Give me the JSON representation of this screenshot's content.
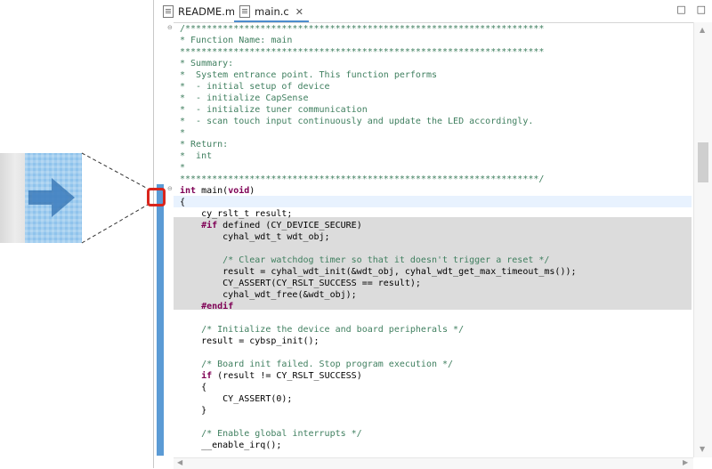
{
  "tabs": [
    {
      "label": "README.md",
      "active": false
    },
    {
      "label": "main.c",
      "active": true
    }
  ],
  "tab_close_glyph": "✕",
  "window_buttons": [
    "□",
    "□"
  ],
  "colors": {
    "comment": "#3f7f5f",
    "keyword": "#7f0055",
    "inactive_code_background": "#dcdcdc",
    "change_bar": "#5b9bd5",
    "highlight_box": "#d9251c"
  },
  "code_lines": [
    "/*******************************************************************",
    "* Function Name: main",
    "********************************************************************",
    "* Summary:",
    "*  System entrance point. This function performs",
    "*  - initial setup of device",
    "*  - initialize CapSense",
    "*  - initialize tuner communication",
    "*  - scan touch input continuously and update the LED accordingly.",
    "*",
    "* Return:",
    "*  int",
    "*",
    "*******************************************************************/",
    "int main(void)",
    "{",
    "    cy_rslt_t result;",
    "    #if defined (CY_DEVICE_SECURE)",
    "        cyhal_wdt_t wdt_obj;",
    "",
    "        /* Clear watchdog timer so that it doesn't trigger a reset */",
    "        result = cyhal_wdt_init(&wdt_obj, cyhal_wdt_get_max_timeout_ms());",
    "        CY_ASSERT(CY_RSLT_SUCCESS == result);",
    "        cyhal_wdt_free(&wdt_obj);",
    "    #endif",
    "",
    "    /* Initialize the device and board peripherals */",
    "    result = cybsp_init();",
    "",
    "    /* Board init failed. Stop program execution */",
    "    if (result != CY_RSLT_SUCCESS)",
    "    {",
    "        CY_ASSERT(0);",
    "    }",
    "",
    "    /* Enable global interrupts */",
    "    __enable_irq();"
  ]
}
